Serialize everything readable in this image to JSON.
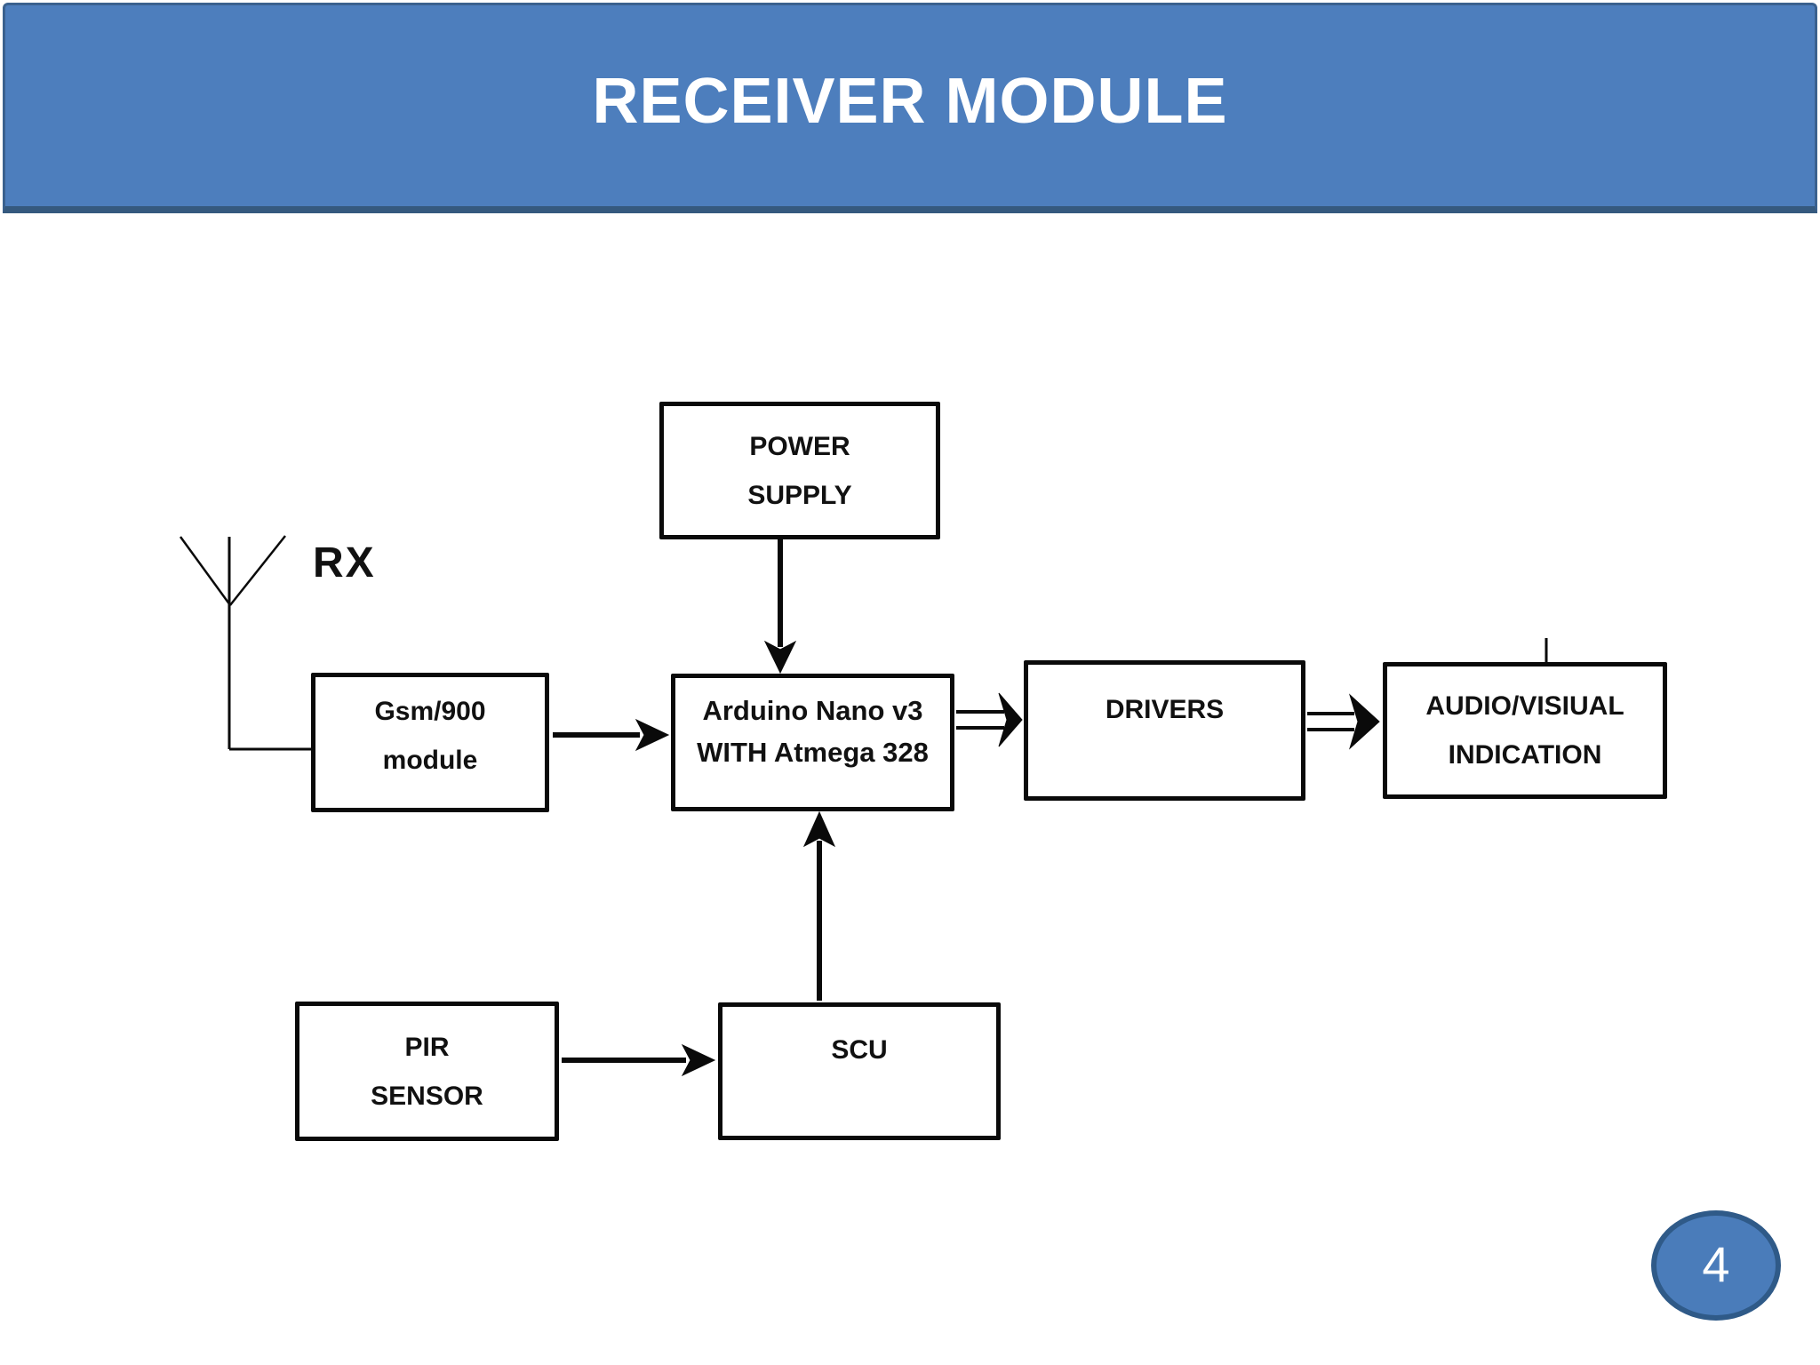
{
  "header": {
    "title": "RECEIVER MODULE",
    "background_color": "#4d7ebd",
    "border_color": "#3a618f"
  },
  "diagram": {
    "antenna_label": "RX",
    "boxes": {
      "power_supply": {
        "lines": [
          "POWER",
          "SUPPLY"
        ]
      },
      "gsm_module": {
        "lines": [
          "Gsm/900",
          "module"
        ]
      },
      "arduino": {
        "lines": [
          "Arduino Nano v3",
          "WITH Atmega 328"
        ]
      },
      "drivers": {
        "lines": [
          "DRIVERS"
        ]
      },
      "audio_visual": {
        "lines": [
          "AUDIO/VISIUAL",
          "INDICATION"
        ]
      },
      "pir_sensor": {
        "lines": [
          "PIR",
          "SENSOR"
        ]
      },
      "scu": {
        "lines": [
          "SCU"
        ]
      }
    },
    "line_color": "#0a0a0a"
  },
  "footer": {
    "page_number": "4",
    "badge_color": "#4a7cba",
    "badge_border_color": "#2f5a88"
  }
}
